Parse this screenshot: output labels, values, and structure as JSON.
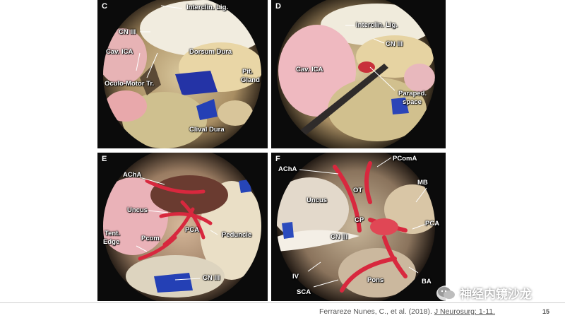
{
  "panels": {
    "c": {
      "letter": "C",
      "labels": {
        "interclin": "Interclin. Lig.",
        "cn3": "CN III",
        "cav_ica": "Cav. ICA",
        "dorsum": "Dorsum Dura",
        "oculomotor": "Oculo-Motor Tr.",
        "pit": "Pit.",
        "gland": "Gland",
        "clival": "Clival Dura"
      }
    },
    "d": {
      "letter": "D",
      "labels": {
        "interclin": "Interclin. Lig.",
        "cn3": "CN III",
        "cav_ica": "Cav. ICA",
        "paraped": "Paraped.",
        "space": "space"
      }
    },
    "e": {
      "letter": "E",
      "labels": {
        "acha": "AChA",
        "uncus": "Uncus",
        "tent": "Tent.",
        "edge": "Edge",
        "pcom": "Pcom",
        "pca": "PCA",
        "peduncle": "Peduncle",
        "cn3": "CN III"
      }
    },
    "f": {
      "letter": "F",
      "labels": {
        "pcoma": "PComA",
        "acha": "AChA",
        "ot": "OT",
        "mb": "MB",
        "uncus": "Uncus",
        "cp": "CP",
        "pca": "PCA",
        "cn3": "CN III",
        "iv": "IV",
        "pons": "Pons",
        "ba": "BA",
        "sca": "SCA"
      }
    }
  },
  "footer": {
    "citation_prefix": "Ferrareze Nunes, C., et al. (2018).",
    "citation_journal": "J Neurosurg: 1-11.",
    "page_number": "15"
  },
  "watermark": {
    "text": "神经内镜沙龙"
  },
  "colors": {
    "background": "#ffffff",
    "panel_bg": "#0b0b0b",
    "artery_red": "#d8283e",
    "dura_tan": "#e3cfa0",
    "stain_blue": "#1f3fb5"
  }
}
